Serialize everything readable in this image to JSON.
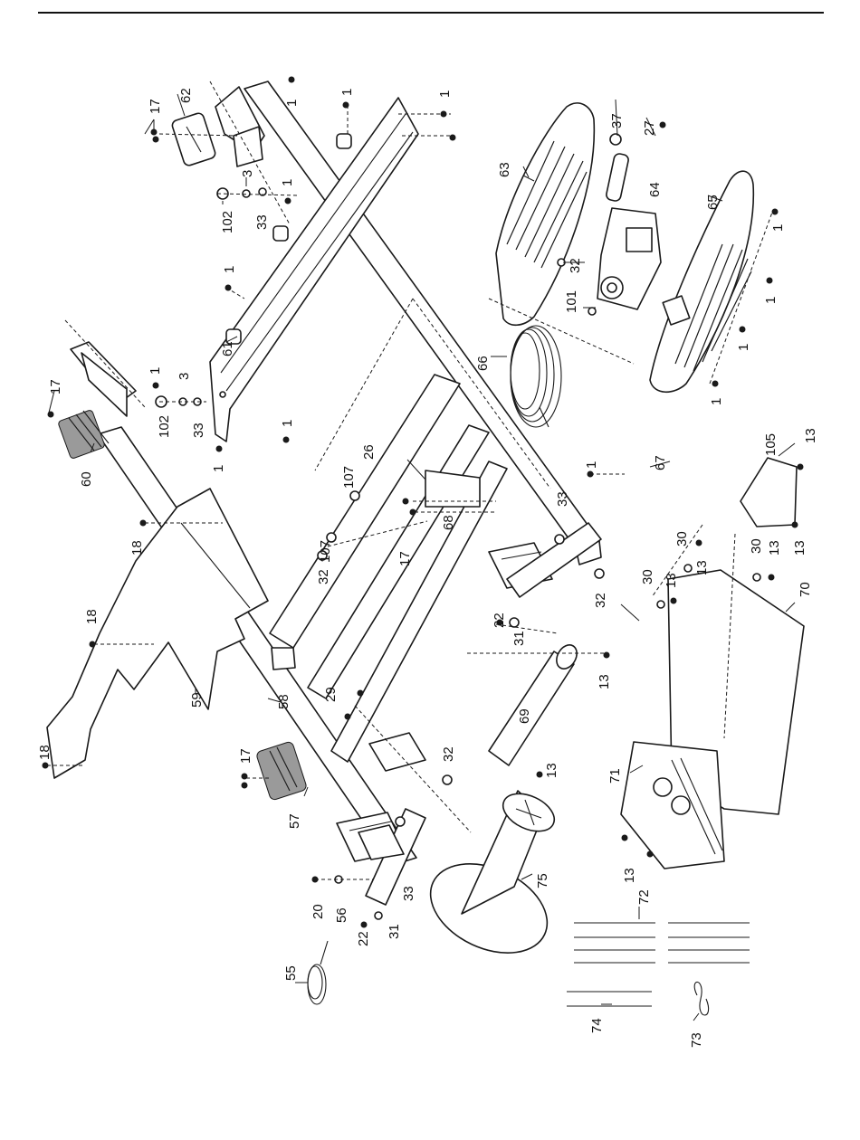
{
  "callouts": [
    {
      "id": "c01",
      "label": "1"
    },
    {
      "id": "c02",
      "label": "1"
    },
    {
      "id": "c03",
      "label": "1"
    },
    {
      "id": "c04",
      "label": "1"
    },
    {
      "id": "c05",
      "label": "1"
    },
    {
      "id": "c06",
      "label": "1"
    },
    {
      "id": "c07",
      "label": "1"
    },
    {
      "id": "c08",
      "label": "1"
    },
    {
      "id": "c09",
      "label": "1"
    },
    {
      "id": "c10",
      "label": "1"
    },
    {
      "id": "c11",
      "label": "1"
    },
    {
      "id": "c12",
      "label": "1"
    },
    {
      "id": "c13",
      "label": "3"
    },
    {
      "id": "c14",
      "label": "3"
    },
    {
      "id": "c15",
      "label": "13"
    },
    {
      "id": "c16",
      "label": "13"
    },
    {
      "id": "c17",
      "label": "13"
    },
    {
      "id": "c18",
      "label": "13"
    },
    {
      "id": "c19",
      "label": "13"
    },
    {
      "id": "c20",
      "label": "13"
    },
    {
      "id": "c21",
      "label": "13"
    },
    {
      "id": "c22",
      "label": "13"
    },
    {
      "id": "c23",
      "label": "17"
    },
    {
      "id": "c24",
      "label": "17"
    },
    {
      "id": "c25",
      "label": "17"
    },
    {
      "id": "c26",
      "label": "17"
    },
    {
      "id": "c27",
      "label": "18"
    },
    {
      "id": "c28",
      "label": "18"
    },
    {
      "id": "c29",
      "label": "18"
    },
    {
      "id": "c30",
      "label": "20"
    },
    {
      "id": "c31",
      "label": "22"
    },
    {
      "id": "c32",
      "label": "22"
    },
    {
      "id": "c33",
      "label": "26"
    },
    {
      "id": "c34",
      "label": "27"
    },
    {
      "id": "c35",
      "label": "29"
    },
    {
      "id": "c36",
      "label": "30"
    },
    {
      "id": "c37",
      "label": "30"
    },
    {
      "id": "c38",
      "label": "30"
    },
    {
      "id": "c39",
      "label": "31"
    },
    {
      "id": "c40",
      "label": "31"
    },
    {
      "id": "c41",
      "label": "32"
    },
    {
      "id": "c42",
      "label": "32"
    },
    {
      "id": "c43",
      "label": "32"
    },
    {
      "id": "c44",
      "label": "32"
    },
    {
      "id": "c45",
      "label": "33"
    },
    {
      "id": "c46",
      "label": "33"
    },
    {
      "id": "c47",
      "label": "33"
    },
    {
      "id": "c48",
      "label": "33"
    },
    {
      "id": "c49",
      "label": "37"
    },
    {
      "id": "c50",
      "label": "55"
    },
    {
      "id": "c51",
      "label": "56"
    },
    {
      "id": "c52",
      "label": "57"
    },
    {
      "id": "c53",
      "label": "58"
    },
    {
      "id": "c54",
      "label": "59"
    },
    {
      "id": "c55",
      "label": "60"
    },
    {
      "id": "c56",
      "label": "61"
    },
    {
      "id": "c57",
      "label": "62"
    },
    {
      "id": "c58",
      "label": "63"
    },
    {
      "id": "c59",
      "label": "64"
    },
    {
      "id": "c60",
      "label": "65"
    },
    {
      "id": "c61",
      "label": "66"
    },
    {
      "id": "c62",
      "label": "67"
    },
    {
      "id": "c63",
      "label": "68"
    },
    {
      "id": "c64",
      "label": "69"
    },
    {
      "id": "c65",
      "label": "70"
    },
    {
      "id": "c66",
      "label": "71"
    },
    {
      "id": "c67",
      "label": "72"
    },
    {
      "id": "c68",
      "label": "73"
    },
    {
      "id": "c69",
      "label": "74"
    },
    {
      "id": "c70",
      "label": "75"
    },
    {
      "id": "c71",
      "label": "101"
    },
    {
      "id": "c72",
      "label": "102"
    },
    {
      "id": "c73",
      "label": "102"
    },
    {
      "id": "c74",
      "label": "105"
    },
    {
      "id": "c75",
      "label": "107"
    },
    {
      "id": "c76",
      "label": "107"
    }
  ]
}
